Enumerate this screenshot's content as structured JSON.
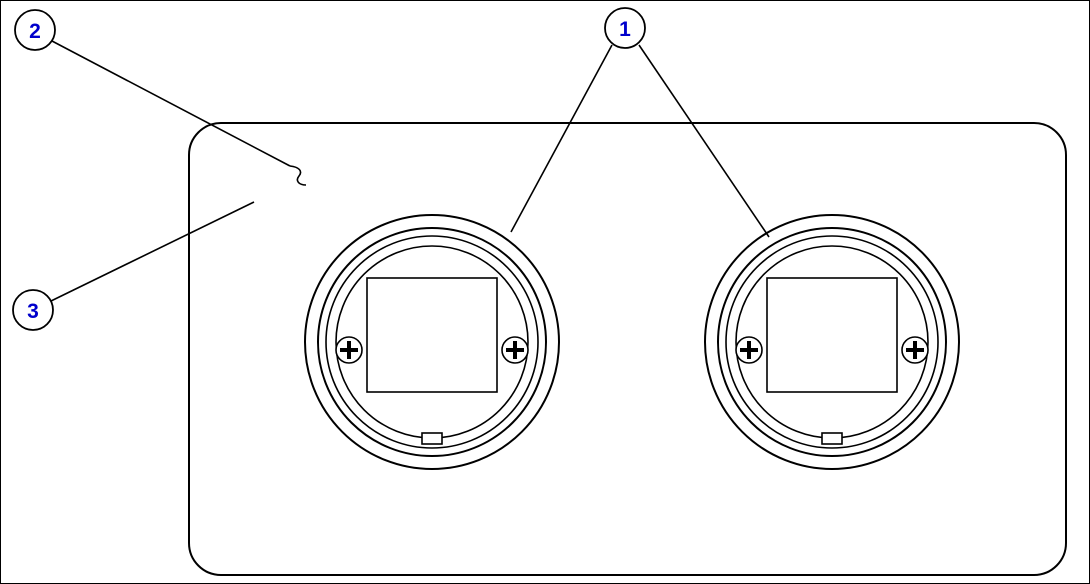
{
  "diagram": {
    "title": "panel-with-two-round-receptacles",
    "type": "parts-callout-diagram",
    "callouts": [
      {
        "id": "1",
        "label": "1",
        "points_to": "round bezel assemblies (both)"
      },
      {
        "id": "2",
        "label": "2",
        "points_to": "panel surface"
      },
      {
        "id": "3",
        "label": "3",
        "points_to": "panel plate"
      }
    ],
    "colors": {
      "background": "#ffffff",
      "line": "#000000",
      "callout_text": "#0000cc"
    }
  }
}
